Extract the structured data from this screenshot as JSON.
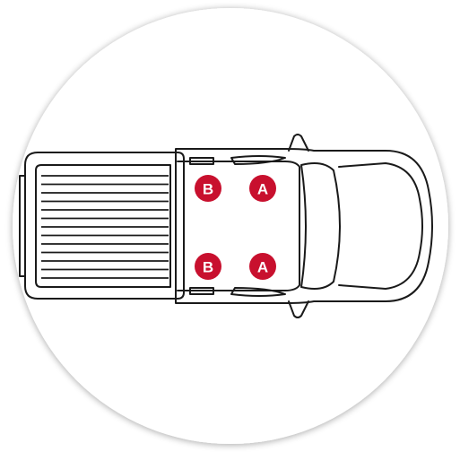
{
  "colors": {
    "background": "#ffffff",
    "disc": "#ffffff",
    "disc_shadow": "#c9c9c9",
    "outline": "#1a1a1a",
    "marker_fill": "#c8102e",
    "marker_text": "#ffffff"
  },
  "vehicle": {
    "type": "pickup-truck",
    "view": "top-down",
    "facing": "right"
  },
  "markers": [
    {
      "id": "front-left-seat",
      "label": "A"
    },
    {
      "id": "rear-left-seat",
      "label": "B"
    },
    {
      "id": "front-right-seat",
      "label": "A"
    },
    {
      "id": "rear-right-seat",
      "label": "B"
    }
  ]
}
